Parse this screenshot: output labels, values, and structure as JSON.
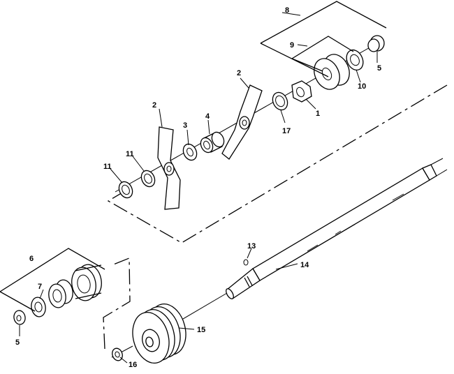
{
  "callouts": {
    "c1": "1",
    "c2a": "2",
    "c2b": "2",
    "c3": "3",
    "c4": "4",
    "c5a": "5",
    "c5b": "5",
    "c6": "6",
    "c7": "7",
    "c8": "8",
    "c9": "9",
    "c10": "10",
    "c11a": "11",
    "c11b": "11",
    "c13": "13",
    "c14": "14",
    "c15": "15",
    "c16": "16",
    "c17": "17"
  }
}
